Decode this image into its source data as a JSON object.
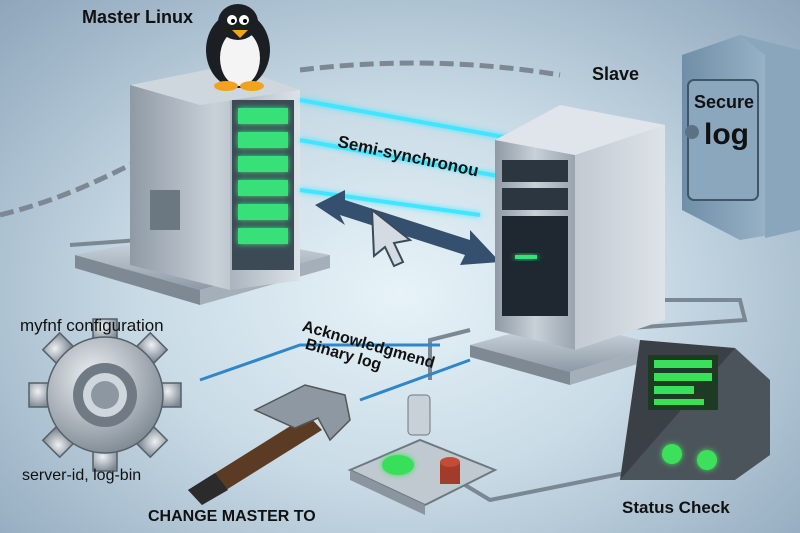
{
  "labels": {
    "master": "Master Linux",
    "slave": "Slave",
    "semi_sync": "Semi-synchronou",
    "ack_line1": "Acknowledgmend",
    "ack_line2": "Binary log",
    "config": "myfnf configuration",
    "config_params": "server-id, log-bin",
    "change_master": "CHANGE MASTER TO",
    "status_check": "Status Check",
    "safe_line1": "Secure",
    "safe_line2": "log"
  },
  "icons": [
    "penguin-icon",
    "chain-icon",
    "safe-icon",
    "gear-icon",
    "hammer-icon",
    "cursor-icon",
    "button-panel-icon",
    "status-monitor-icon"
  ],
  "colors": {
    "glow": "#3fe6ff",
    "led": "#3ee05a",
    "server": "#b9c3cc"
  }
}
